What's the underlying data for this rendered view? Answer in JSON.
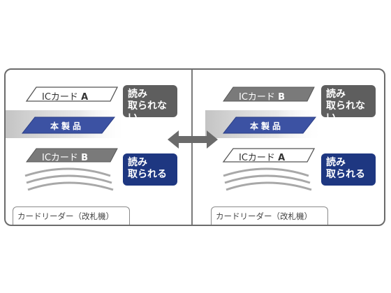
{
  "panels": [
    {
      "top_card": {
        "prefix": "ICカード",
        "letter": "A"
      },
      "top_bubble": [
        "読み",
        "取られない"
      ],
      "product": "本製品",
      "bottom_card": {
        "prefix": "ICカード",
        "letter": "B"
      },
      "bottom_bubble": [
        "読み",
        "取られる"
      ],
      "footer": "カードリーダー（改札機）"
    },
    {
      "top_card": {
        "prefix": "ICカード",
        "letter": "B"
      },
      "top_bubble": [
        "読み",
        "取られない"
      ],
      "product": "本製品",
      "bottom_card": {
        "prefix": "ICカード",
        "letter": "A"
      },
      "bottom_bubble": [
        "読み",
        "取られる"
      ],
      "footer": "カードリーダー（改札機）"
    }
  ],
  "colors": {
    "gray_bubble": "#5e5e5e",
    "blue_bubble": "#1e3781",
    "product_fill": "#3c52a3",
    "waves": "#9a9a9a",
    "arrow": "#6b6b6b"
  },
  "icons": [
    "double-arrow-icon",
    "signal-waves-icon"
  ]
}
